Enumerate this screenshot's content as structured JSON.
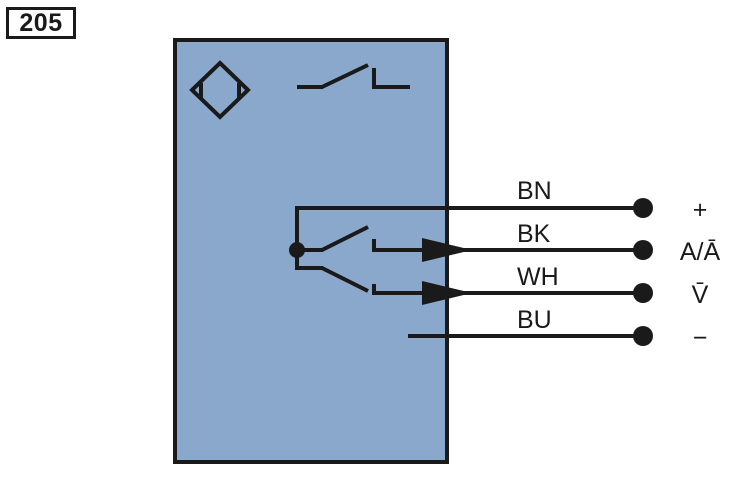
{
  "figure_number": "205",
  "colors": {
    "housing_fill": "#89a8cc",
    "ink": "#1a1a1a"
  },
  "sensor_icon": "inductive-sensor-diamond-icon",
  "switch_icon": "normally-open-switch-icon",
  "wires": [
    {
      "color_code": "BN",
      "terminal": "+"
    },
    {
      "color_code": "BK",
      "terminal": "A/Ā"
    },
    {
      "color_code": "WH",
      "terminal": "V̄"
    },
    {
      "color_code": "BU",
      "terminal": "−"
    }
  ]
}
